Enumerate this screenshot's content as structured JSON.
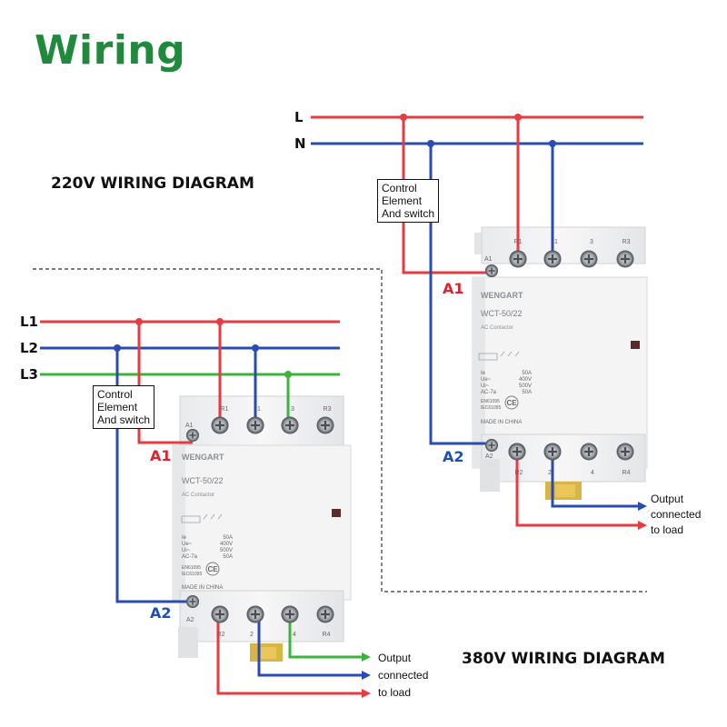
{
  "title": "Wiring",
  "diagram_220v": {
    "heading": "220V WIRING DIAGRAM",
    "lines": [
      "L",
      "N"
    ],
    "control_box": [
      "Control",
      "Element",
      "And switch"
    ],
    "coil_labels": [
      "A1",
      "A2"
    ],
    "output_label": [
      "Output",
      "connected",
      "to load"
    ],
    "device": {
      "brand": "WENGART",
      "model": "WCT-50/22",
      "type": "AC Contactor",
      "top_terminals": [
        "A1",
        "R1",
        "1",
        "3",
        "R3"
      ],
      "bottom_terminals": [
        "A2",
        "R2",
        "2",
        "4",
        "R4"
      ],
      "specs": [
        "Ie",
        "50A",
        "Ue~",
        "400V",
        "Ui~",
        "500V",
        "AC-7a",
        "50A"
      ],
      "standards": [
        "EN61095",
        "IEC61095"
      ],
      "ce": "CE",
      "origin": "MADE IN CHINA"
    }
  },
  "diagram_380v": {
    "heading": "380V WIRING DIAGRAM",
    "lines": [
      "L1",
      "L2",
      "L3"
    ],
    "control_box": [
      "Control",
      "Element",
      "And switch"
    ],
    "coil_labels": [
      "A1",
      "A2"
    ],
    "output_label": [
      "Output",
      "connected",
      "to load"
    ],
    "device": {
      "brand": "WENGART",
      "model": "WCT-50/22",
      "type": "AC Contactor",
      "top_terminals": [
        "A1",
        "R1",
        "1",
        "3",
        "R3"
      ],
      "bottom_terminals": [
        "A2",
        "R2",
        "2",
        "4",
        "R4"
      ],
      "specs": [
        "Ie",
        "50A",
        "Ue~",
        "400V",
        "Ui~",
        "500V",
        "AC-7a",
        "50A"
      ],
      "standards": [
        "EN61095",
        "IEC61095"
      ],
      "ce": "CE",
      "origin": "MADE IN CHINA"
    }
  },
  "colors": {
    "title_green": "#1f8a3c",
    "live_red": "#e83a41",
    "neutral_blue": "#2a4bb3",
    "phase3_green": "#3cb43c",
    "label_red": "#d9262e",
    "label_blue": "#1f4fb3"
  }
}
